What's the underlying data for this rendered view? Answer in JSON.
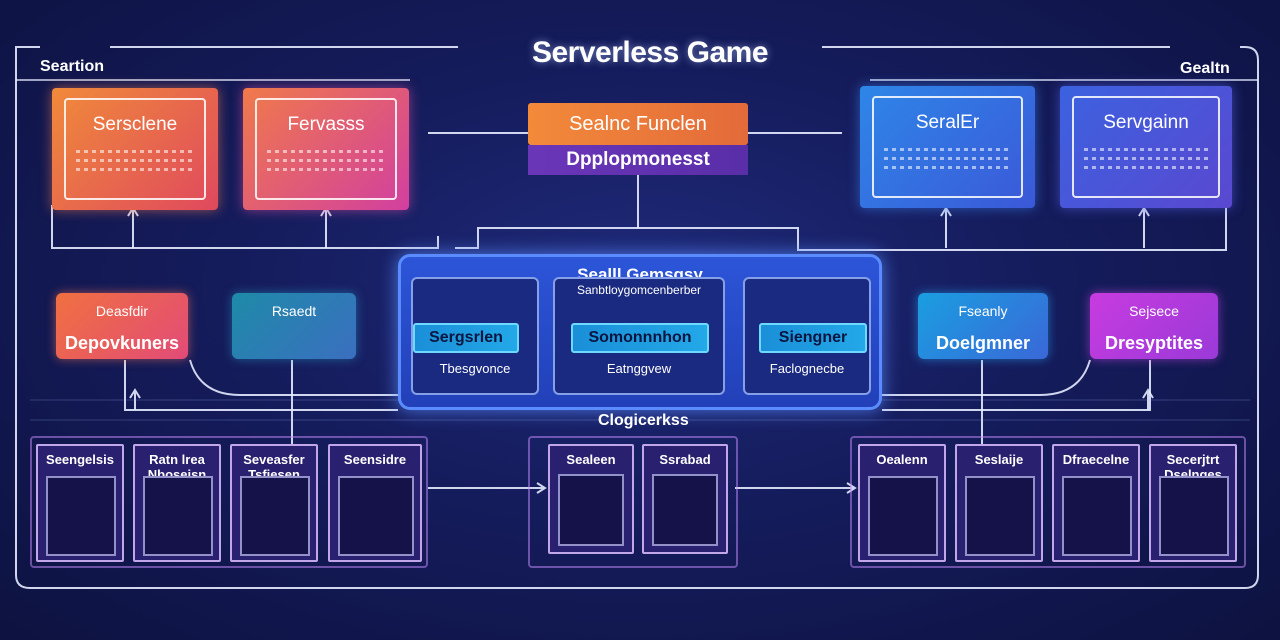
{
  "title": "Serverless Game",
  "corner_left": "Seartion",
  "corner_right": "Gealtn",
  "top_left_cards": [
    {
      "label": "Sersclene"
    },
    {
      "label": "Fervasss"
    }
  ],
  "top_right_cards": [
    {
      "label": "SeralEr"
    },
    {
      "label": "Servgainn"
    }
  ],
  "function_block": {
    "top": "Sealnc Funclen",
    "bottom": "Dpplopmonesst"
  },
  "middle_left": [
    {
      "small": "Deasfdir",
      "big": "Depovkuners"
    },
    {
      "small": "Rsaedt",
      "big": ""
    }
  ],
  "middle_right": [
    {
      "small": "Fseanly",
      "big": "Doelgmner"
    },
    {
      "small": "Sejsece",
      "big": "Dresyptites"
    }
  ],
  "hub": {
    "title": "Sealll Gemsgsy",
    "subtitle": "Sanbtloygomcenberber",
    "columns": [
      {
        "pill": "Sergsrlen",
        "foot": "Tbesgvonce"
      },
      {
        "pill": "Somonnnhon",
        "foot": "Eatnggvew"
      },
      {
        "pill": "Siengner",
        "foot": "Faclognecbe"
      }
    ]
  },
  "cloud_label": "Clogicerkss",
  "bottom_panels_left": [
    {
      "title": "Seengelsis"
    },
    {
      "title": "Ratn lrea Nboseisn"
    },
    {
      "title": "Seveasfer Tsfiesen"
    },
    {
      "title": "Seensidre"
    }
  ],
  "bottom_panels_center": [
    {
      "title": "Sealeen"
    },
    {
      "title": "Ssrabad"
    }
  ],
  "bottom_panels_right": [
    {
      "title": "Oealenn"
    },
    {
      "title": "Seslaije"
    },
    {
      "title": "Dfraecelne"
    },
    {
      "title": "Secerjtrt Dselnges"
    }
  ]
}
